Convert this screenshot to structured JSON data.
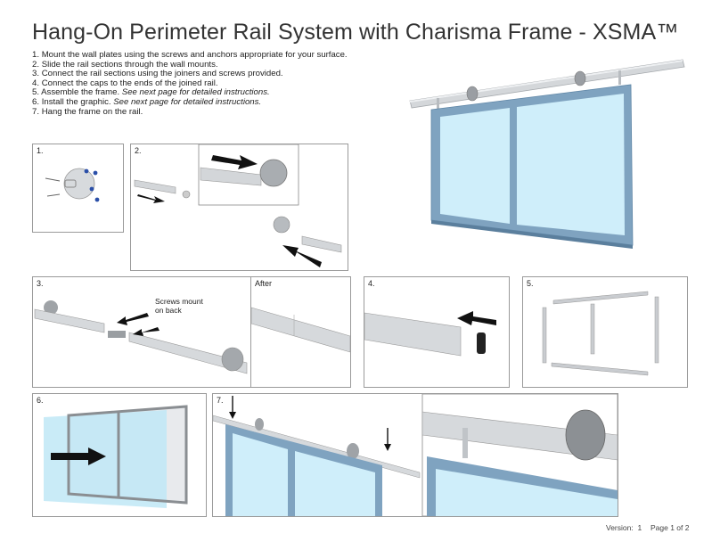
{
  "title": "Hang-On Perimeter Rail System with Charisma Frame - XSMA™",
  "steps": [
    {
      "num": "1.",
      "text": "Mount the wall plates using the screws and anchors appropriate for your surface.",
      "note": ""
    },
    {
      "num": "2.",
      "text": "Slide the rail sections through the wall mounts.",
      "note": ""
    },
    {
      "num": "3.",
      "text": "Connect the rail sections using the joiners and screws provided.",
      "note": ""
    },
    {
      "num": "4.",
      "text": "Connect the caps to the ends of the joined rail.",
      "note": ""
    },
    {
      "num": "5.",
      "text": "Assemble the frame.",
      "note": "See next page for detailed instructions."
    },
    {
      "num": "6.",
      "text": "Install the graphic.",
      "note": "See next page for detailed instructions."
    },
    {
      "num": "7.",
      "text": "Hang the frame on the rail.",
      "note": ""
    }
  ],
  "panels": {
    "p1": "1.",
    "p2": "2.",
    "p3": "3.",
    "p3_callout": "Screws mount\non back",
    "after": "After",
    "p4": "4.",
    "p5": "5.",
    "p6": "6.",
    "p7": "7."
  },
  "footer": {
    "version_label": "Version:",
    "version_value": "1",
    "page": "Page 1 of 2"
  },
  "colors": {
    "frame": "#7fa3c0",
    "glass": "#cfeefa",
    "rail": "#c9ccd0",
    "arrow": "#111111",
    "screw": "#2a4fa8"
  }
}
